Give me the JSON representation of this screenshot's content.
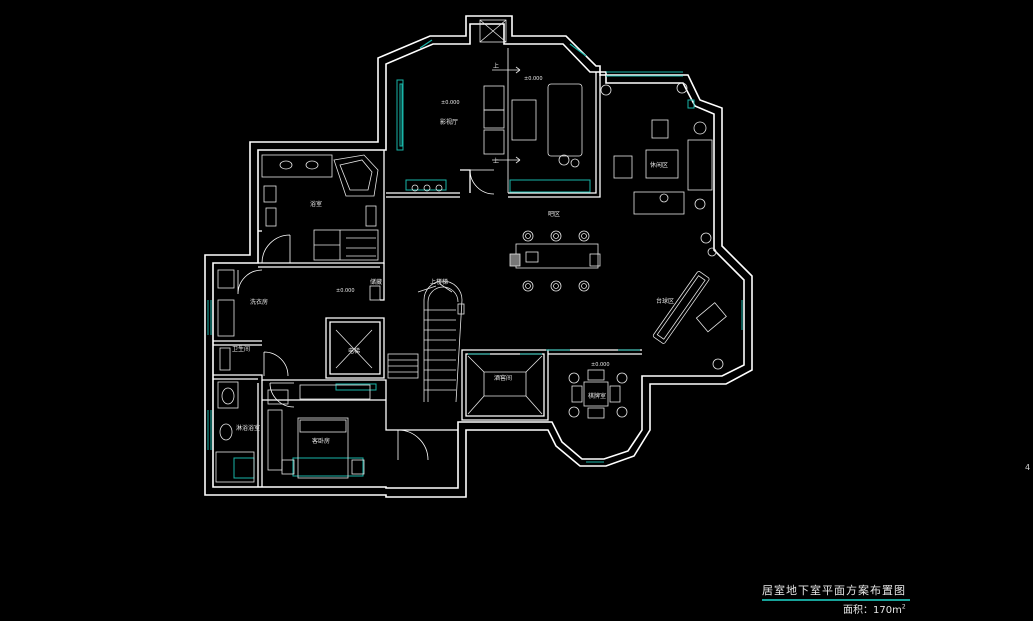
{
  "drawing": {
    "title": "居室地下室平面方案布置图",
    "area_label": "面积：",
    "area_value": "170m",
    "area_sup": "2",
    "page_no": "4"
  },
  "rooms": {
    "audio_room": "影视厅",
    "master_bath": "浴室",
    "laundry": "洗衣房",
    "storage": "储藏",
    "wc": "卫生间",
    "bathroom2": "淋浴浴室",
    "guest_bedroom": "客卧房",
    "elevator": "电梯",
    "stair": "上楼梯",
    "bar_area": "吧区",
    "lounge": "休闲区",
    "billiard": "台球区",
    "wine_cellar": "酒窖间",
    "mahjong": "棋牌室"
  },
  "levels": {
    "audio": "±0.000",
    "bar": "±0.000",
    "laundry": "±0.000",
    "mahjong": "±0.000"
  },
  "marks": {
    "up_top": "上",
    "up_bottom": "上"
  },
  "colors": {
    "wall": "#ffffff",
    "furniture": "#e6e6e6",
    "glass": "#19b5a8",
    "background": "#000000"
  }
}
